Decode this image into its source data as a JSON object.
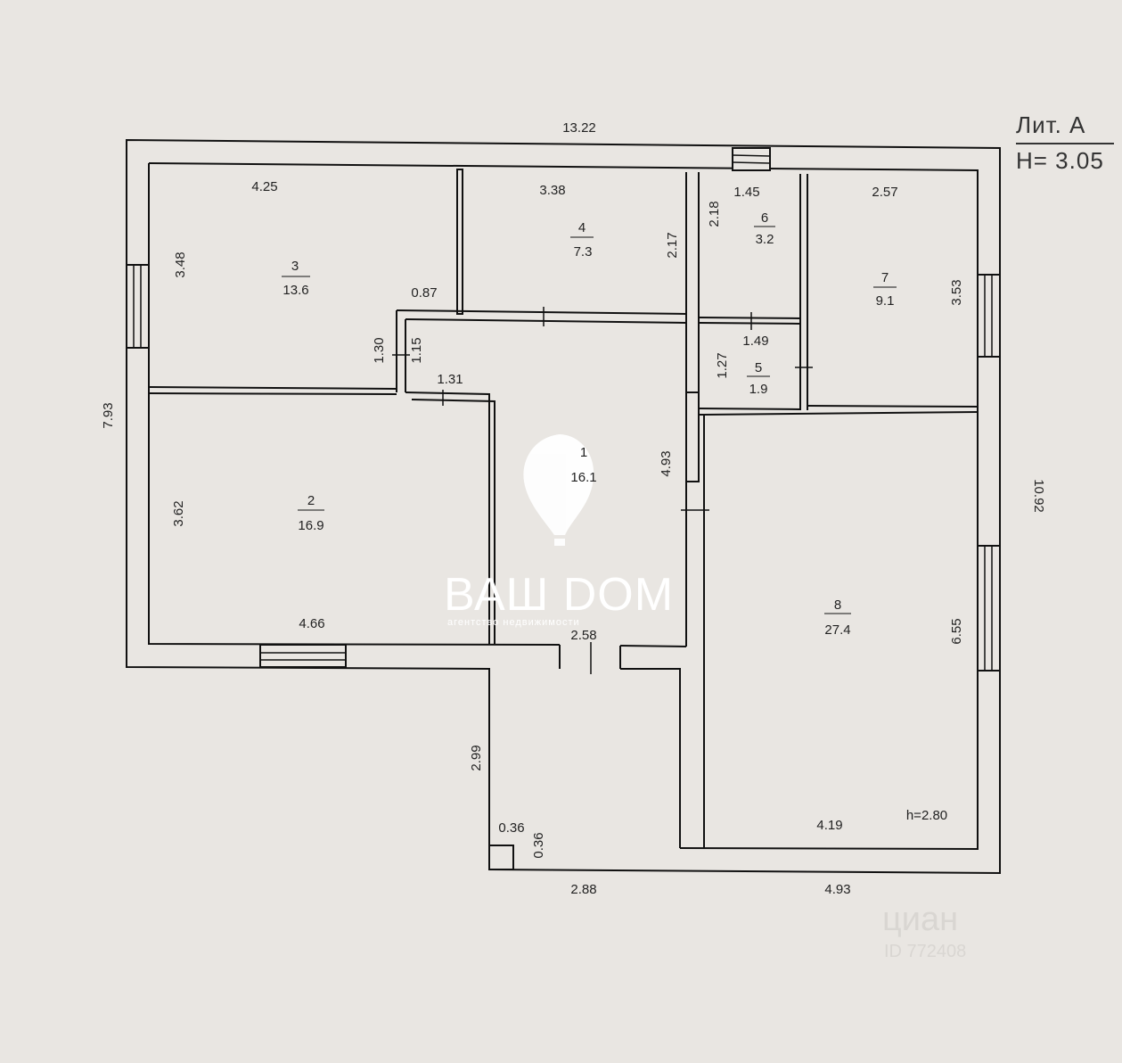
{
  "header": {
    "lit": "Лит. А",
    "height": "H= 3.05"
  },
  "dimensions": {
    "top_total": "13.22",
    "left_total": "7.93",
    "right_total": "10.92",
    "bottom_a": "2.88",
    "bottom_b": "4.93"
  },
  "rooms": [
    {
      "id": "3",
      "area": "13.6",
      "dims": [
        "4.25",
        "3.48",
        "0.87"
      ]
    },
    {
      "id": "4",
      "area": "7.3",
      "dims": [
        "3.38",
        "2.17"
      ]
    },
    {
      "id": "6",
      "area": "3.2",
      "dims": [
        "1.45",
        "2.18"
      ]
    },
    {
      "id": "7",
      "area": "9.1",
      "dims": [
        "2.57",
        "3.53"
      ]
    },
    {
      "id": "5",
      "area": "1.9",
      "dims": [
        "1.49",
        "1.27"
      ]
    },
    {
      "id": "2",
      "area": "16.9",
      "dims": [
        "3.62",
        "4.66"
      ]
    },
    {
      "id": "1",
      "area": "16.1",
      "dims": [
        "4.93"
      ]
    },
    {
      "id": "8",
      "area": "27.4",
      "dims": [
        "6.55",
        "4.19"
      ]
    }
  ],
  "misc_dims": {
    "d130": "1.30",
    "d115": "1.15",
    "d131": "1.31",
    "d299": "2.99",
    "d036a": "0.36",
    "d036b": "0.36",
    "d_partial": "2.58",
    "h_room8": "h=2.80"
  },
  "watermark": {
    "brand": "ВАШ DОМ",
    "tagline": "агентство недвижимости"
  },
  "cian": {
    "logo": "циан",
    "id": "ID 772408"
  },
  "colors": {
    "paper": "#e9e6e2",
    "ink": "#111111"
  }
}
